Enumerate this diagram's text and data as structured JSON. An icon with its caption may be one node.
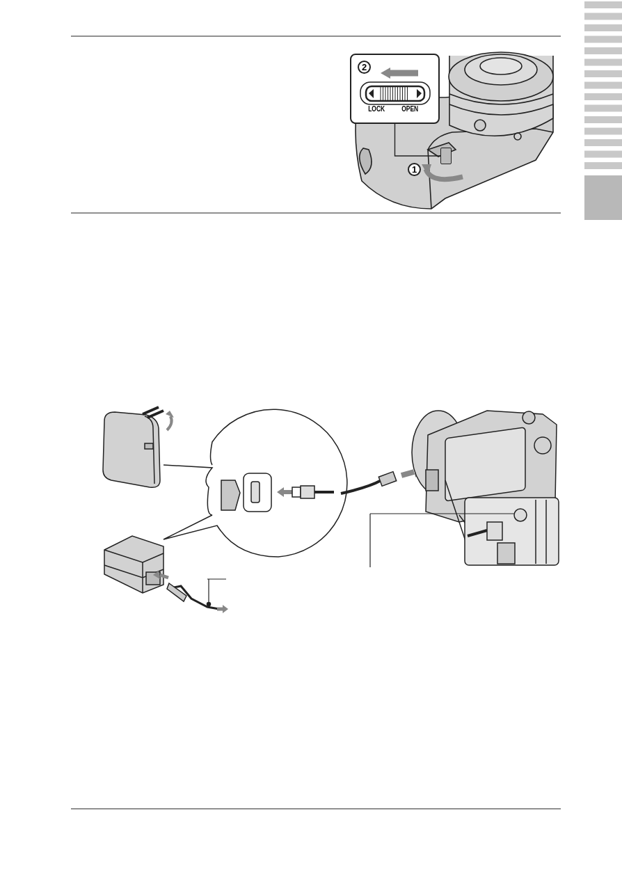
{
  "diagram": {
    "nodes": [
      {
        "text": [],
        "shape": "box"
      },
      {
        "text": [
          "2"
        ],
        "in": 0
      },
      {
        "text": [
          "LOCK",
          "OPEN"
        ],
        "in": 0
      },
      {
        "text": [
          "1"
        ]
      },
      {
        "text": [],
        "shape": "box"
      }
    ],
    "edges": [
      {
        "from": 0,
        "to": 4,
        "arrow": "none"
      }
    ]
  }
}
